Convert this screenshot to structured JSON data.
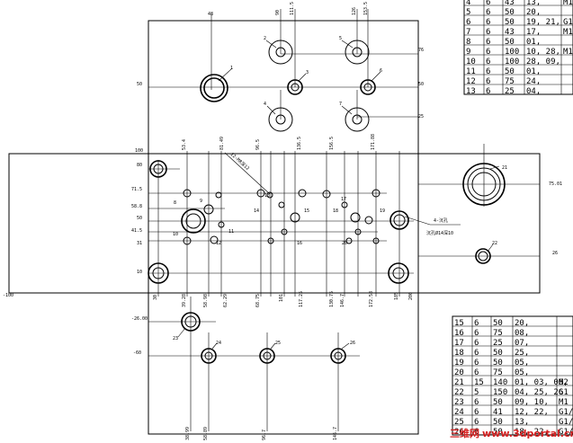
{
  "dims_top": [
    "48",
    "90",
    "111.5",
    "126",
    "153.5"
  ],
  "dims_right": [
    "76",
    "50",
    "25"
  ],
  "dims_left_upper": [
    "50"
  ],
  "dims_left_lower": [
    "100",
    "80",
    "71.5",
    "58.8",
    "50",
    "41.5",
    "31",
    "10"
  ],
  "dims_mid_top": [
    "53.4",
    "81.49",
    "96.5",
    "136.5",
    "156.5",
    "171.88"
  ],
  "dims_bottom_row1": [
    "30",
    "39.28",
    "58.98",
    "62.29",
    "68.75",
    "101",
    "117.25",
    "130.75",
    "146.7",
    "172.58",
    "185",
    "200"
  ],
  "dims_bottom_row2": [
    "38.99",
    "58.89",
    "96.7",
    "146.7"
  ],
  "dims_far": [
    "-100",
    "75.01",
    "26"
  ],
  "dims_lower_left": [
    "-26.00",
    "-60"
  ],
  "hole_labels": [
    "1",
    "2",
    "3",
    "4",
    "5",
    "6",
    "7",
    "8",
    "9",
    "10",
    "11",
    "12",
    "13",
    "14",
    "15",
    "16",
    "17",
    "18",
    "19",
    "20",
    "21",
    "22",
    "23",
    "24",
    "25",
    "26"
  ],
  "annotations": {
    "slanted": "12-M8深12",
    "note_line1": "4-沉孔",
    "note_line2": "沉孔Ø14深10"
  },
  "table_top": [
    [
      "4",
      "6",
      "43",
      "13,",
      "M1"
    ],
    [
      "5",
      "6",
      "50",
      "20,",
      ""
    ],
    [
      "6",
      "6",
      "50",
      "19, 21,",
      "G1"
    ],
    [
      "7",
      "6",
      "43",
      "17,",
      "M1"
    ],
    [
      "8",
      "6",
      "50",
      "01,",
      ""
    ],
    [
      "9",
      "6",
      "100",
      "10, 28,",
      "M1"
    ],
    [
      "10",
      "6",
      "100",
      "28, 09,",
      ""
    ],
    [
      "11",
      "6",
      "50",
      "01,",
      ""
    ],
    [
      "12",
      "6",
      "75",
      "24,",
      ""
    ],
    [
      "13",
      "6",
      "25",
      "04,",
      ""
    ]
  ],
  "table_bottom": [
    [
      "15",
      "6",
      "50",
      "20,",
      ""
    ],
    [
      "16",
      "6",
      "75",
      "08,",
      ""
    ],
    [
      "17",
      "6",
      "25",
      "07,",
      ""
    ],
    [
      "18",
      "6",
      "50",
      "25,",
      ""
    ],
    [
      "19",
      "6",
      "50",
      "05,",
      ""
    ],
    [
      "20",
      "6",
      "75",
      "05,",
      ""
    ],
    [
      "21",
      "15",
      "140",
      "01, 03, 06,",
      "M2"
    ],
    [
      "22",
      "5",
      "150",
      "04, 25, 26",
      "G1"
    ],
    [
      "23",
      "6",
      "50",
      "09, 10,",
      "M1"
    ],
    [
      "24",
      "6",
      "41",
      "12, 22,",
      "G1/"
    ],
    [
      "25",
      "6",
      "50",
      "13,",
      "G1/"
    ],
    [
      "26",
      "6",
      "50",
      "18, 22,",
      "G1/"
    ]
  ],
  "watermark": {
    "cn": "三维网",
    "en": "www.3dportal.cn"
  },
  "colors": {
    "line": "#000000",
    "watermark": "#d42020"
  }
}
